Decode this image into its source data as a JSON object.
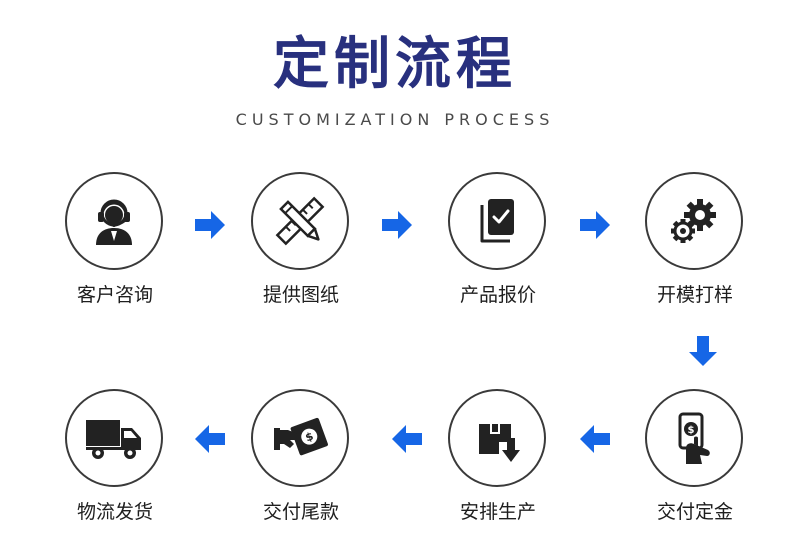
{
  "header": {
    "title": "定制流程",
    "subtitle": "CUSTOMIZATION PROCESS"
  },
  "colors": {
    "title": "#28307e",
    "subtitle": "#4a4a4a",
    "arrow": "#1666e6",
    "icon": "#222222",
    "ring": "#3a3a3a"
  },
  "steps": [
    {
      "label": "客户咨询",
      "icon": "headset-person-icon"
    },
    {
      "label": "提供图纸",
      "icon": "ruler-pencil-icon"
    },
    {
      "label": "产品报价",
      "icon": "document-check-icon"
    },
    {
      "label": "开模打样",
      "icon": "gears-icon"
    },
    {
      "label": "交付定金",
      "icon": "hand-money-icon"
    },
    {
      "label": "安排生产",
      "icon": "box-download-icon"
    },
    {
      "label": "交付尾款",
      "icon": "hand-cash-icon"
    },
    {
      "label": "物流发货",
      "icon": "delivery-truck-icon"
    }
  ]
}
